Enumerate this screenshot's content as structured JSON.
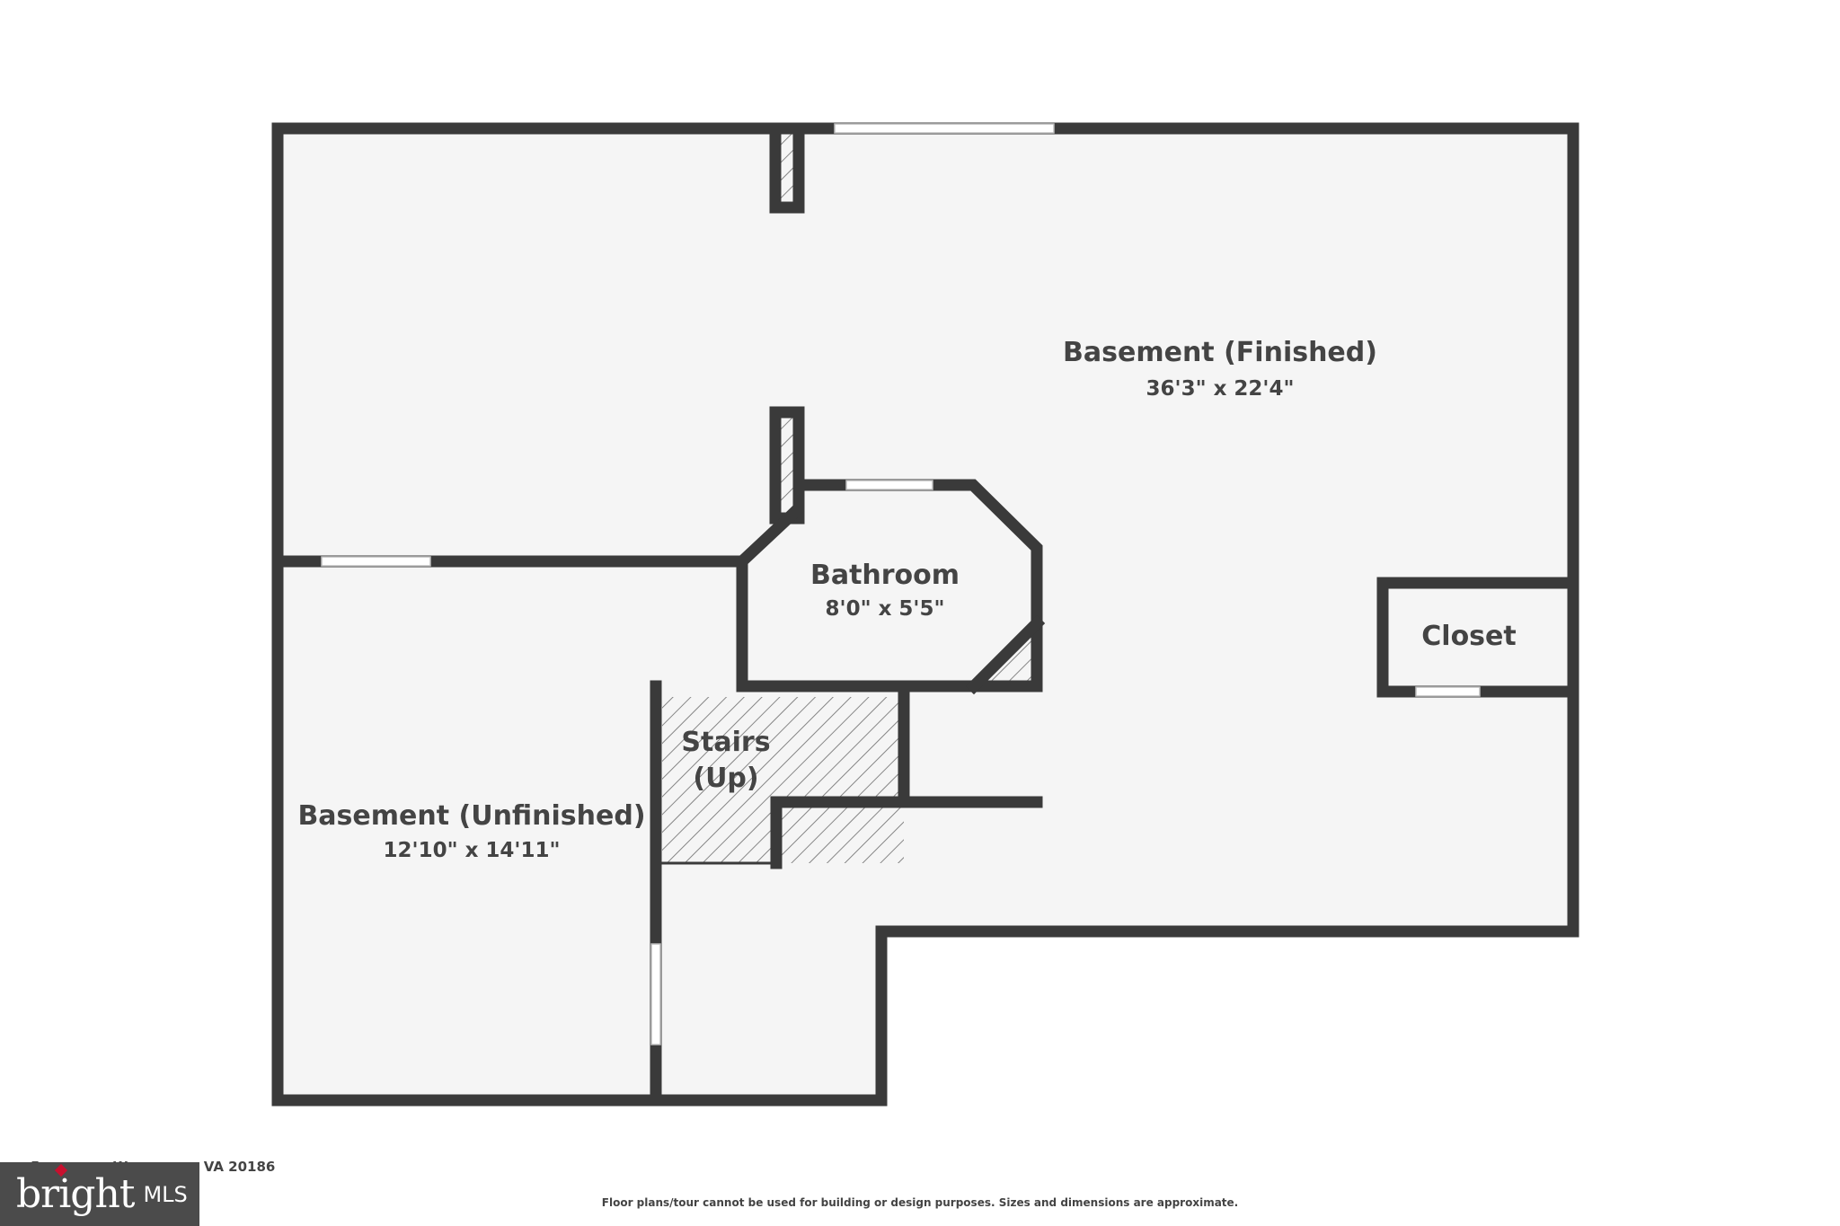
{
  "rooms": [
    {
      "name": "Basement (Finished)",
      "dimensions": "36'3\" x 22'4\""
    },
    {
      "name": "Bathroom",
      "dimensions": "8'0\" x 5'5\""
    },
    {
      "name": "Closet"
    },
    {
      "name_line1": "Stairs",
      "name_line2": "(Up)"
    },
    {
      "name": "Basement (Unfinished)",
      "dimensions": "12'10\" x 14'11\""
    }
  ],
  "footer": {
    "address": "5__ _____ _, W_______on, VA 20186",
    "disclaimer": "Floor plans/tour cannot be used for building or design purposes. Sizes and dimensions are approximate."
  },
  "branding": {
    "logo_word": "bright",
    "logo_suffix": "MLS",
    "accent_color": "#c8102e"
  },
  "colors": {
    "wall": "#3a3a3a",
    "floor": "#f5f5f5",
    "hatch": "#6a6a6a"
  }
}
